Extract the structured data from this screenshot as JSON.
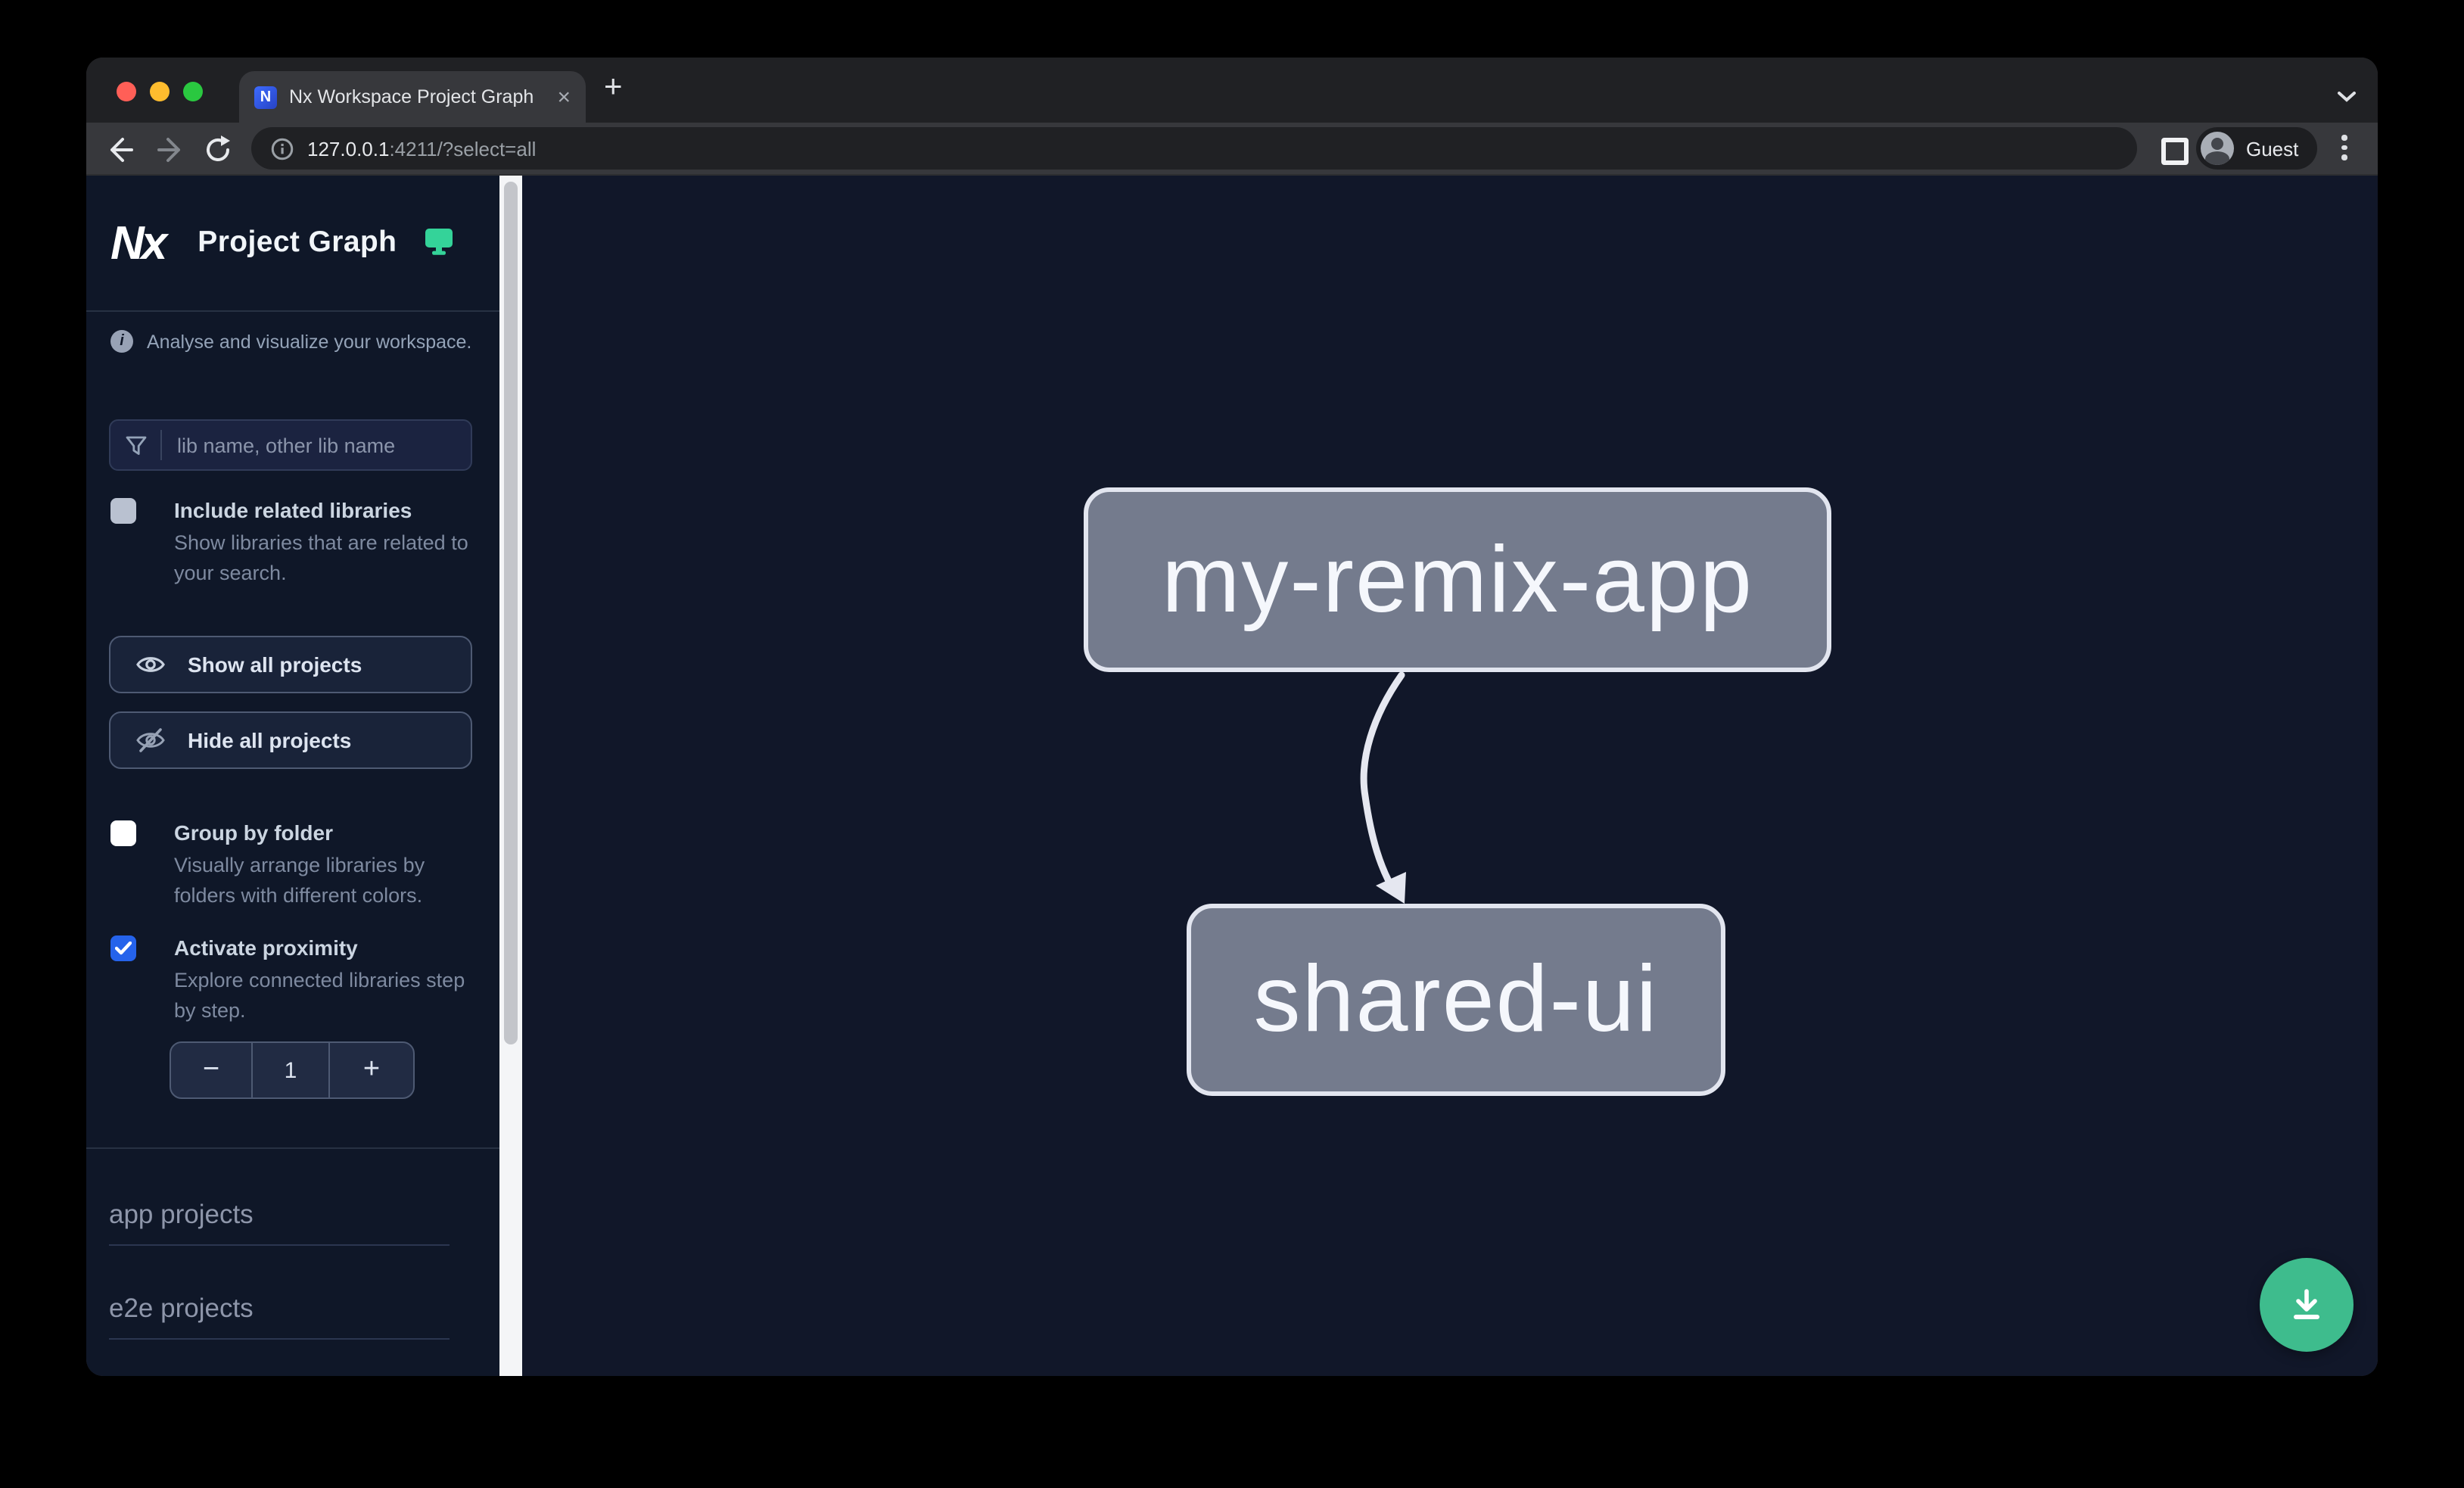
{
  "browser": {
    "tab": {
      "title": "Nx Workspace Project Graph",
      "close_glyph": "×",
      "new_tab_glyph": "+",
      "favicon_letter": "N"
    },
    "address": {
      "host": "127.0.0.1",
      "rest": ":4211/?select=all"
    },
    "profile_label": "Guest"
  },
  "sidebar": {
    "logo_text": "Nx",
    "title": "Project Graph",
    "tagline": "Analyse and visualize your workspace.",
    "search_placeholder": "lib name, other lib name",
    "options": [
      {
        "label": "Include related libraries",
        "description": "Show libraries that are related to your search.",
        "checked": false
      },
      {
        "label": "Group by folder",
        "description": "Visually arrange libraries by folders with different colors.",
        "checked": false
      },
      {
        "label": "Activate proximity",
        "description": "Explore connected libraries step by step.",
        "checked": true
      }
    ],
    "buttons": [
      {
        "label": "Show all projects",
        "icon": "eye-icon"
      },
      {
        "label": "Hide all projects",
        "icon": "eye-off-icon"
      }
    ],
    "counter": {
      "minus": "−",
      "value": "1",
      "plus": "+"
    },
    "sections": [
      {
        "label": "app projects"
      },
      {
        "label": "e2e projects"
      }
    ]
  },
  "graph": {
    "nodes": [
      {
        "label": "my-remix-app"
      },
      {
        "label": "shared-ui"
      }
    ],
    "edges": [
      {
        "source": "my-remix-app",
        "target": "shared-ui"
      }
    ]
  },
  "colors": {
    "accent_green": "#34d399",
    "fab_green": "#3ebc8d",
    "node_fill": "#747b8d",
    "node_border": "#e2e5ef",
    "checked_blue": "#2563eb",
    "canvas_bg": "#111729",
    "sidebar_bg": "#0f1728"
  }
}
